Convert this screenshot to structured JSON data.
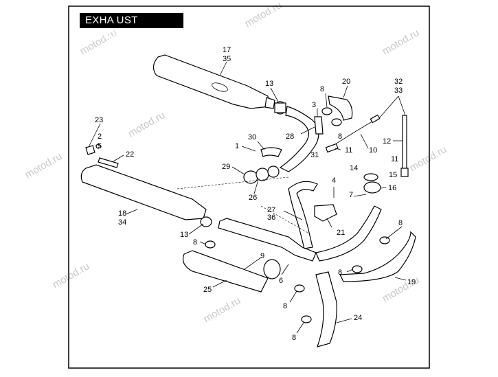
{
  "title": "EXHA UST SYSTEM",
  "watermark": "motod.ru",
  "callouts": {
    "c17": "17",
    "c35": "35",
    "c13a": "13",
    "c20": "20",
    "c32": "32",
    "c33": "33",
    "c8a": "8",
    "c3": "3",
    "c8b": "8",
    "c28": "28",
    "c30": "30",
    "c1": "1",
    "c31": "31",
    "c11a": "11",
    "c10": "10",
    "c12": "12",
    "c23": "23",
    "c2": "2",
    "c5": "5",
    "c22": "22",
    "c29": "29",
    "c26": "26",
    "c14": "14",
    "c15": "15",
    "c11b": "11",
    "c16": "16",
    "c4": "4",
    "c7": "7",
    "c27": "27",
    "c36": "36",
    "c18": "18",
    "c34": "34",
    "c13b": "13",
    "c21": "21",
    "c8c": "8",
    "c8d": "8",
    "c9": "9",
    "c6": "6",
    "c8e": "8",
    "c19": "19",
    "c25": "25",
    "c8f": "8",
    "c24": "24",
    "c8g": "8"
  }
}
